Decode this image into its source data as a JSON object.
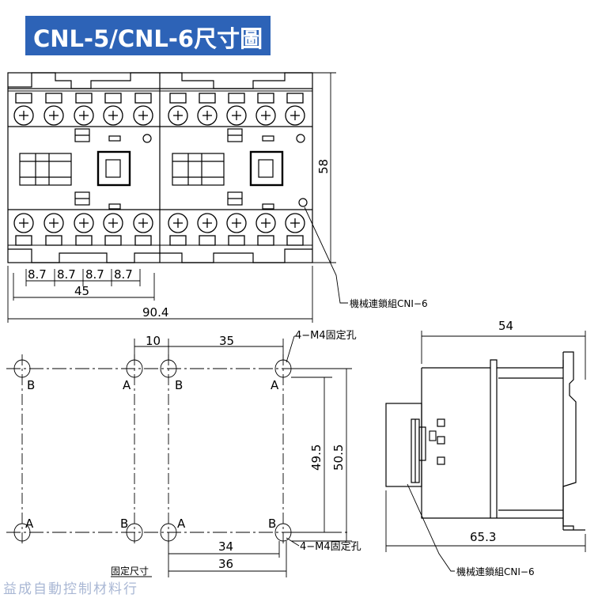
{
  "title": "CNL-5/CNL-6尺寸圖",
  "top_view": {
    "dim_pitch": "8.7",
    "dim_45": "45",
    "dim_total_width": "90.4",
    "dim_height": "58",
    "callout": "機械連鎖組CNI−6"
  },
  "mounting": {
    "dim_10": "10",
    "dim_35": "35",
    "dim_49_5": "49.5",
    "dim_50_5": "50.5",
    "dim_34": "34",
    "dim_36": "36",
    "hole_note_top": "4−M4固定孔",
    "hole_note_bottom": "4−M4固定孔",
    "label_a": "A",
    "label_b": "B",
    "caption": "固定尺寸"
  },
  "side_view": {
    "dim_54": "54",
    "dim_65_3": "65.3",
    "callout": "機械連鎖組CNI−6"
  },
  "watermark": "益成自動控制材料行"
}
